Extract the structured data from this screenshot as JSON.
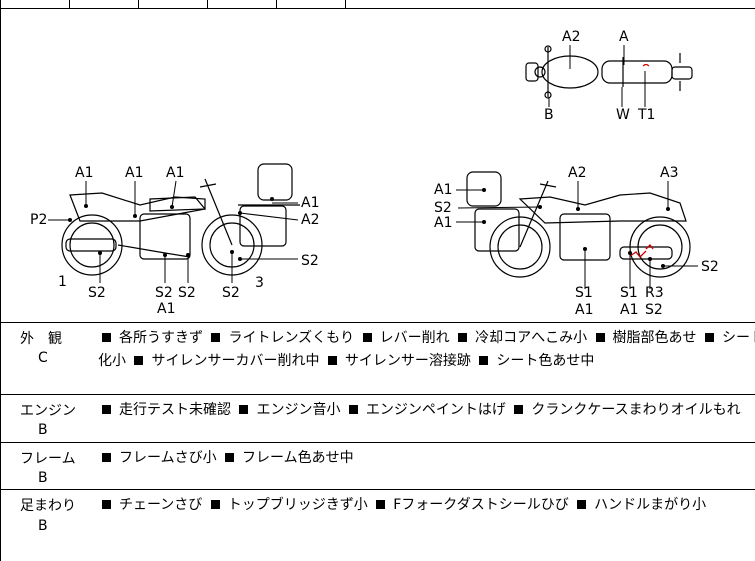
{
  "diagram": {
    "top_view_labels": [
      "A2",
      "A",
      "B",
      "W",
      "T1"
    ],
    "left_view_labels": [
      "A1",
      "A1",
      "A1",
      "A1",
      "A2",
      "P2",
      "S2",
      "1",
      "S2",
      "S2",
      "S2",
      "A1",
      "S2",
      "3"
    ],
    "right_view_labels": [
      "A1",
      "S2",
      "A1",
      "A2",
      "A3",
      "S2",
      "S1",
      "A1",
      "S1",
      "A1",
      "R3",
      "S2"
    ]
  },
  "sections": [
    {
      "category": "外　観",
      "grade": "C",
      "items_line1": [
        "各所うすきず",
        "ライトレンズくもり",
        "レバー削れ",
        "冷却コアへこみ小",
        "樹脂部色あせ",
        "シート硬"
      ],
      "items_line2": [
        "化小",
        "サイレンサーカバー削れ中",
        "サイレンサー溶接跡",
        "シート色あせ中"
      ]
    },
    {
      "category": "エンジン",
      "grade": "B",
      "items_line1": [
        "走行テスト未確認",
        "エンジン音小",
        "エンジンペイントはげ",
        "クランクケースまわりオイルもれ"
      ]
    },
    {
      "category": "フレーム",
      "grade": "B",
      "items_line1": [
        "フレームさび小",
        "フレーム色あせ中"
      ]
    },
    {
      "category": "足まわり",
      "grade": "B",
      "items_line1": [
        "チェーンさび",
        "トップブリッジきず小",
        "Fフォークダストシールひび",
        "ハンドルまがり小"
      ]
    }
  ]
}
